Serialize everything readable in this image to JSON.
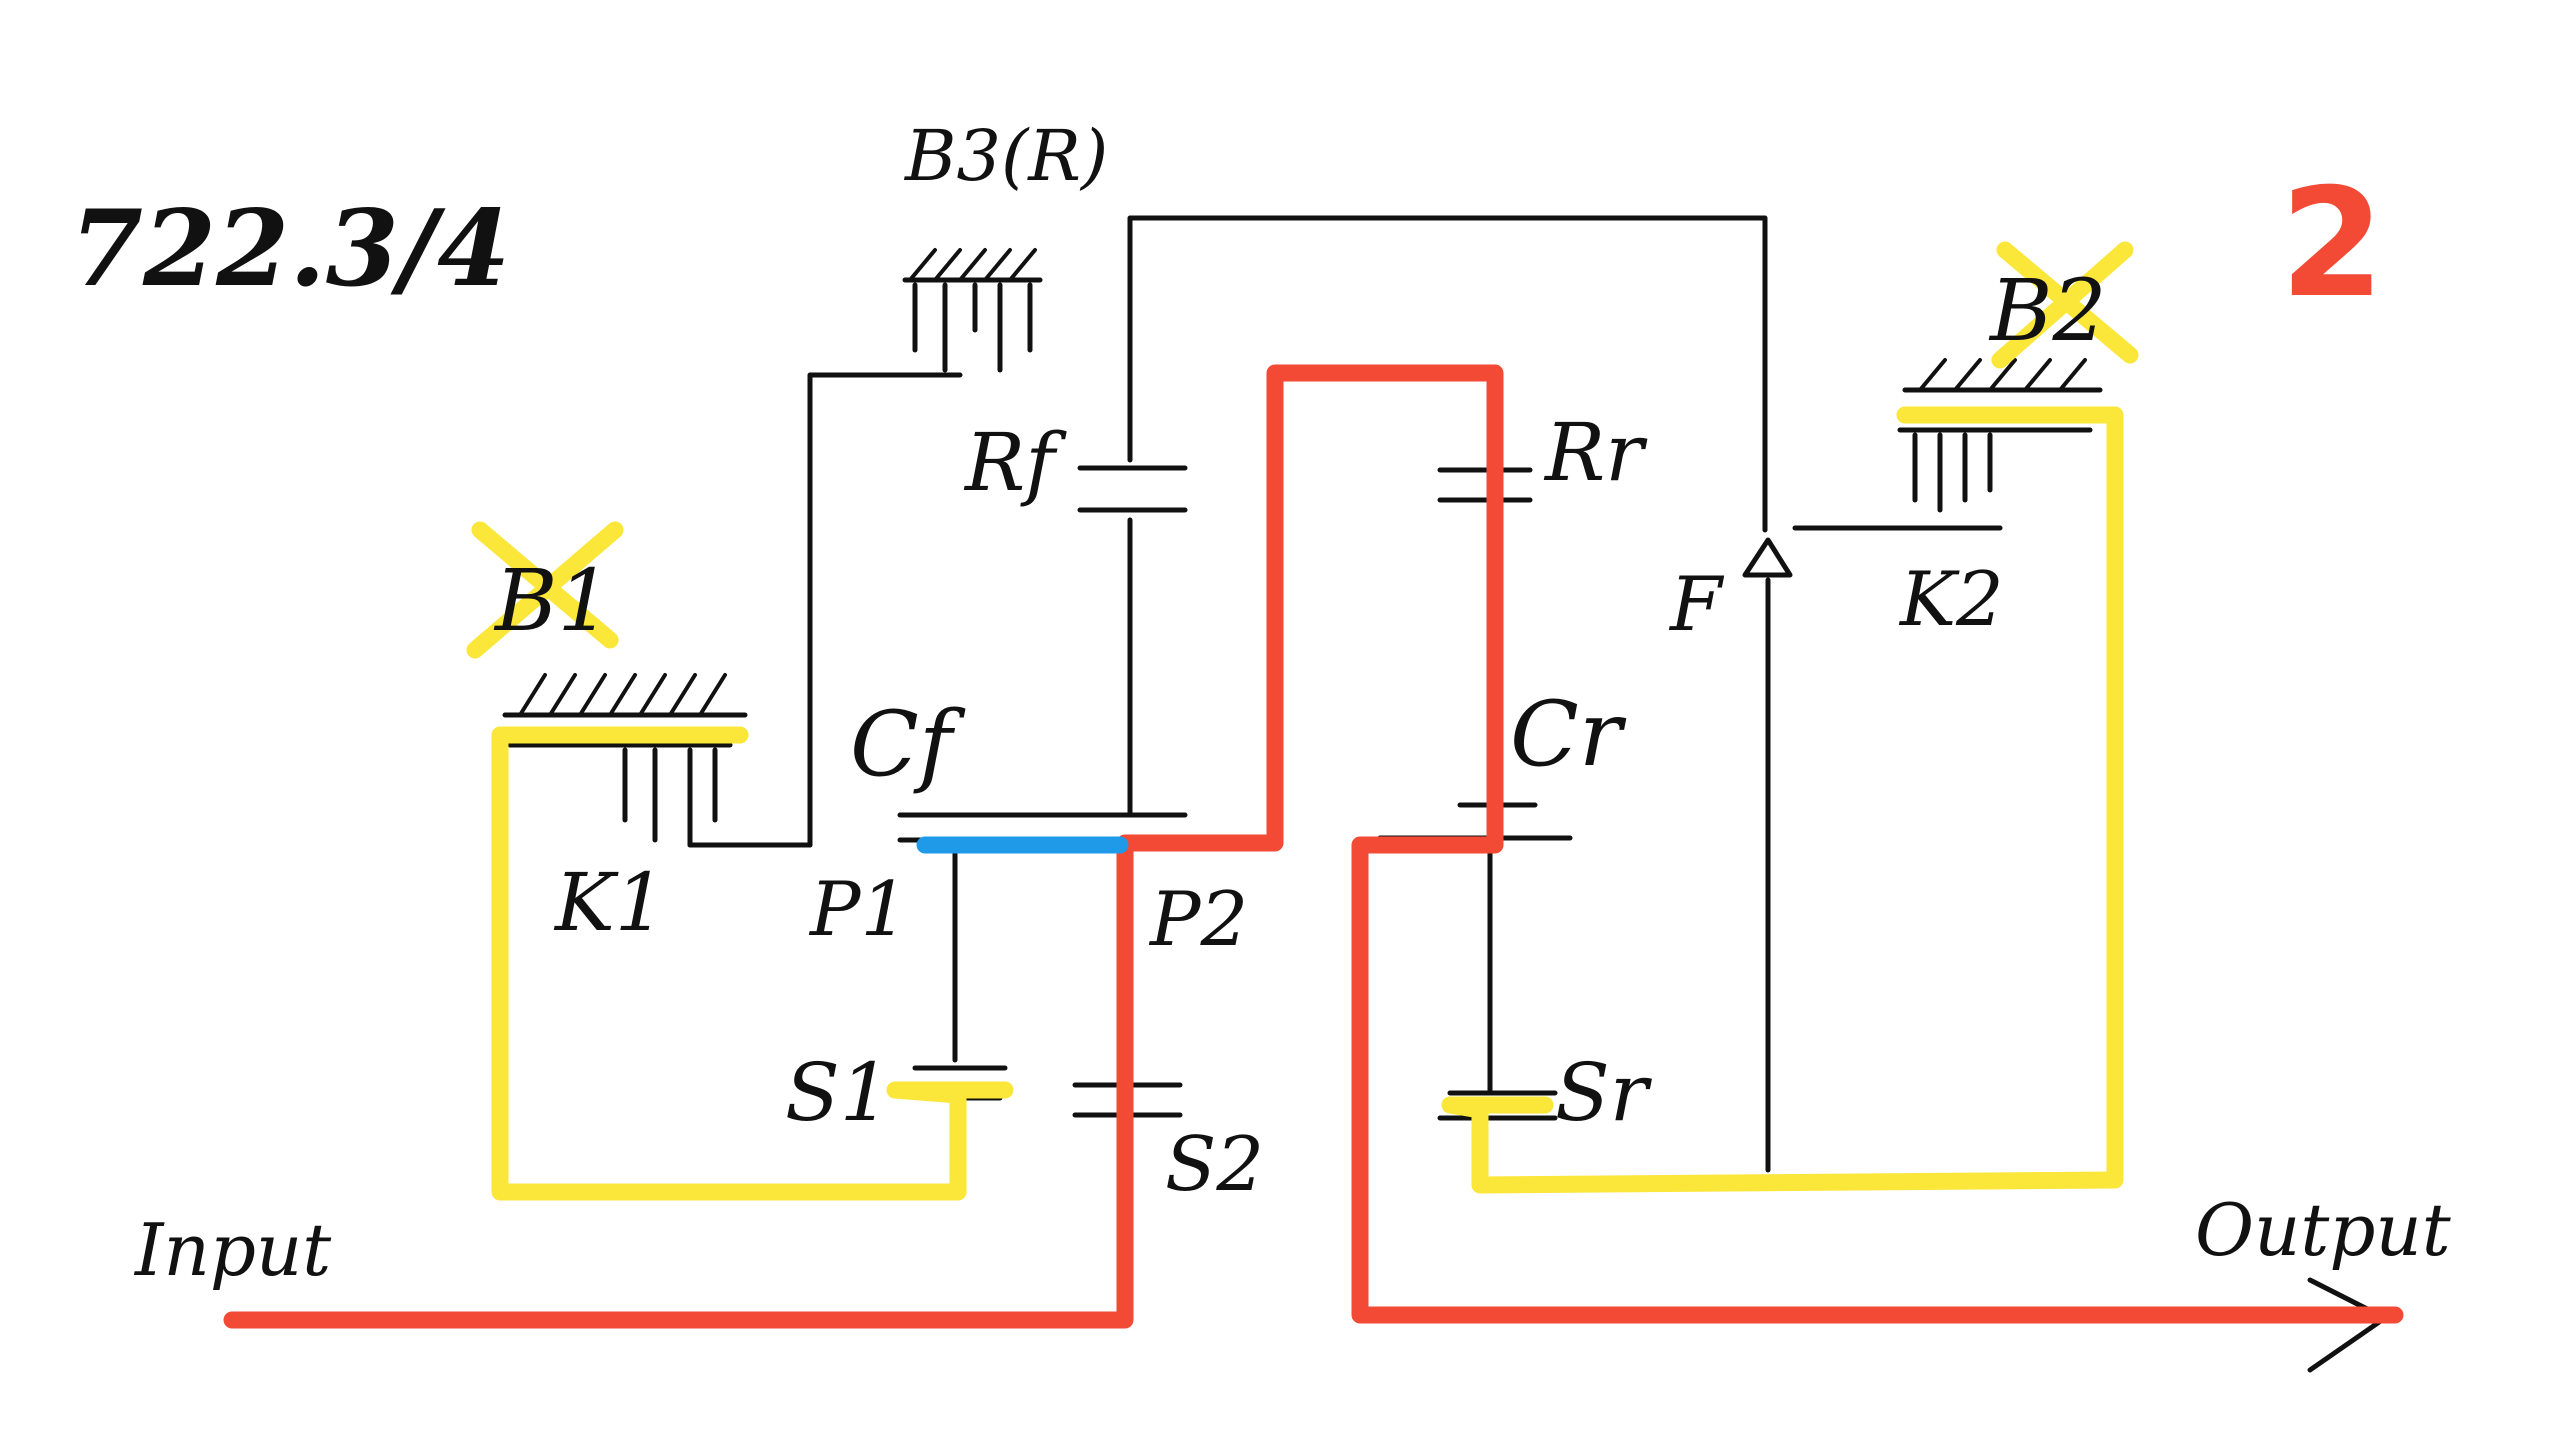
{
  "title": "722.3/4",
  "gear_number": "2",
  "colors": {
    "power_path": "#f24a35",
    "held_elements": "#fbe63a",
    "locked": "#1f9ae8",
    "ink": "#111111"
  },
  "labels": {
    "b3": "B3(R)",
    "b1": "B1",
    "b2": "B2",
    "k1": "K1",
    "k2": "K2",
    "rf": "Rf",
    "rr": "Rr",
    "cf": "Cf",
    "cr": "Cr",
    "p1": "P1",
    "p2": "P2",
    "s1": "S1",
    "s2": "S2",
    "sr": "Sr",
    "f": "F",
    "input": "Input",
    "output": "Output"
  }
}
